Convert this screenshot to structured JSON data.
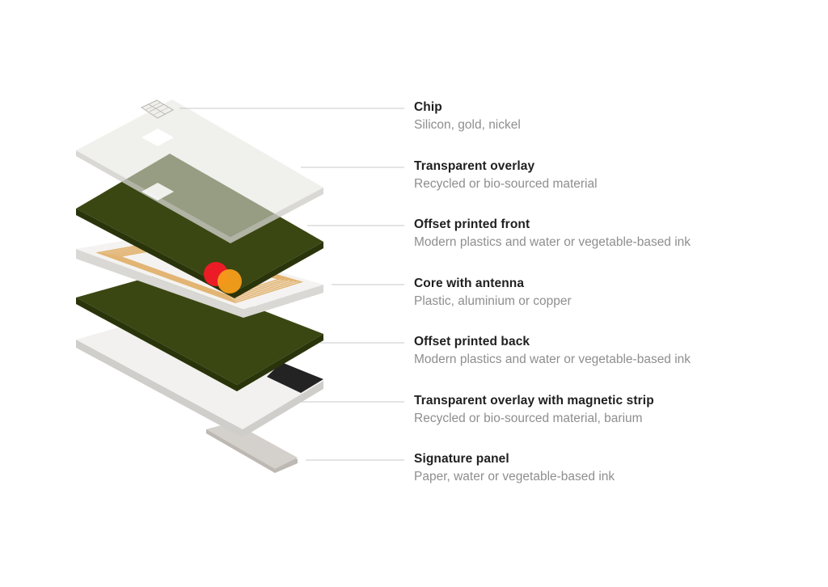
{
  "layers": [
    {
      "title": "Chip",
      "material": "Silicon, gold, nickel"
    },
    {
      "title": "Transparent overlay",
      "material": "Recycled or bio-sourced material"
    },
    {
      "title": "Offset printed front",
      "material": "Modern plastics and water or vegetable-based ink"
    },
    {
      "title": "Core with antenna",
      "material": "Plastic, aluminium or copper"
    },
    {
      "title": "Offset printed back",
      "material": "Modern plastics and water or vegetable-based ink"
    },
    {
      "title": "Transparent overlay with magnetic strip",
      "material": "Recycled or bio-sourced material, barium"
    },
    {
      "title": "Signature panel",
      "material": "Paper, water or vegetable-based ink"
    }
  ],
  "colors": {
    "card_green": "#3a4712",
    "card_green_edge": "#2a340b",
    "overlay_fill": "#e4e3df",
    "core_fill": "#f4f3f1",
    "antenna_gold": "#e2b574",
    "magnetic_strip": "#232323",
    "signature_panel": "#d4d0cb",
    "brand_red": "#eb1c26",
    "brand_orange": "#f79e1b",
    "leader_line": "#c8c8c8",
    "title_text": "#1f1f1f",
    "material_text": "#8e8e8e"
  },
  "icons": [
    "chip-icon",
    "brand-logo-icon"
  ]
}
